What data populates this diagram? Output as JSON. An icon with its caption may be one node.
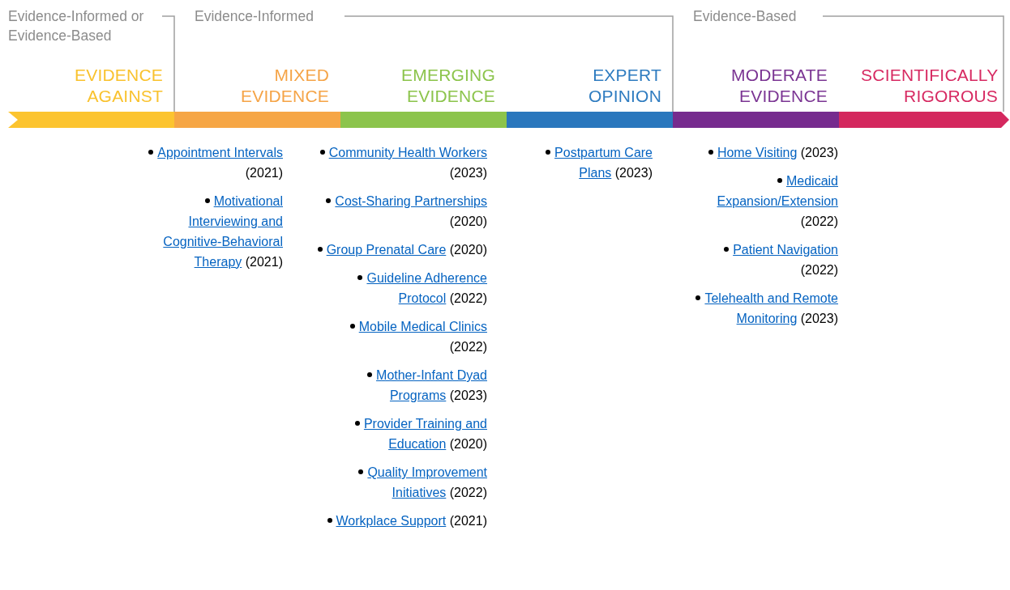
{
  "diagram": {
    "nodes": [
      {
        "text": [
          "EVIDENCE AGAINST"
        ]
      },
      {
        "text": [
          "MIXED EVIDENCE"
        ],
        "beside": [
          "Appointment Intervals (2021)",
          "Motivational Interviewing and Cognitive-Behavioral Therapy (2021)"
        ]
      },
      {
        "text": [
          "EMERGING EVIDENCE"
        ],
        "beside": [
          "Community Health Workers (2023)",
          "Cost-Sharing Partnerships (2020)",
          "Group Prenatal Care (2020)",
          "Guideline Adherence Protocol (2022)",
          "Mobile Medical Clinics (2022)",
          "Mother-Infant Dyad Programs (2023)",
          "Provider Training and Education (2020)",
          "Quality Improvement Initiatives (2022)",
          "Workplace Support (2021)"
        ]
      },
      {
        "text": [
          "EXPERT OPINION"
        ],
        "beside": [
          "Postpartum Care Plans (2023)"
        ]
      },
      {
        "text": [
          "MODERATE EVIDENCE"
        ],
        "beside": [
          "Home Visiting (2023)",
          "Medicaid Expansion/Extension (2022)",
          "Patient Navigation (2022)",
          "Telehealth and Remote Monitoring (2023)"
        ]
      },
      {
        "text": [
          "SCIENTIFICALLY RIGOROUS"
        ]
      }
    ],
    "edges": [],
    "labels": [
      "Evidence-Informed or Evidence-Based",
      "Evidence-Informed",
      "Evidence-Based"
    ]
  }
}
